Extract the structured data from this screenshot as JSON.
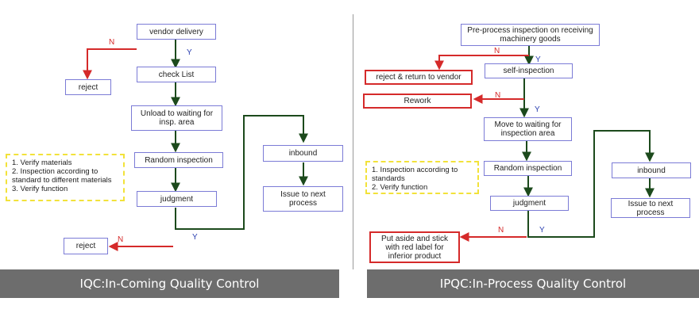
{
  "iqc": {
    "boxes": {
      "vendor_delivery": "vendor delivery",
      "check_list": "check List",
      "reject_top": "reject",
      "unload": "Unload to waiting for insp. area",
      "random_inspection": "Random inspection",
      "judgment": "judgment",
      "inbound": "inbound",
      "issue": "Issue to next process",
      "reject_bottom": "reject"
    },
    "note": [
      "1. Verify materials",
      "2. Inspection according to",
      "standard to different materials",
      "3. Verify function"
    ],
    "labels": {
      "n1": "N",
      "y1": "Y",
      "n2": "N",
      "y2": "Y"
    },
    "caption": "IQC:In-Coming Quality Control"
  },
  "ipqc": {
    "boxes": {
      "pre_process": "Pre-process inspection on receiving machinery goods",
      "reject_return": "reject & return to vendor",
      "self_inspection": "self-inspection",
      "rework": "Rework",
      "move_waiting": "Move to waiting for inspection area",
      "random_inspection": "Random inspection",
      "judgment": "judgment",
      "inbound": "inbound",
      "issue": "Issue to next process",
      "put_aside": "Put aside and stick with red label for inferior product"
    },
    "note": [
      "1. Inspection according to",
      "standards",
      "2. Verify function"
    ],
    "labels": {
      "n1": "N",
      "y1": "Y",
      "n2": "N",
      "y2": "Y",
      "n3": "N",
      "y3": "Y"
    },
    "caption": "IPQC:In-Process Quality Control"
  },
  "colors": {
    "red": "#d52a2a",
    "green": "#1c4a1c",
    "blue_label": "#2a3fb0",
    "box_border": "#7b7bd6",
    "caption_bg": "#6d6d6d",
    "note_border": "#f2e23a"
  }
}
